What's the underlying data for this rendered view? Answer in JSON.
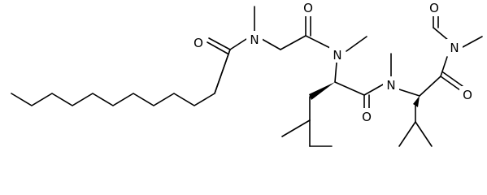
{
  "figure": {
    "type": "chemical-structure",
    "atoms": {
      "n1": "N",
      "n2": "N",
      "n3": "N",
      "n4": "N",
      "o1": "O",
      "o2": "O",
      "o3": "O",
      "o4": "O",
      "o5": "O"
    }
  }
}
